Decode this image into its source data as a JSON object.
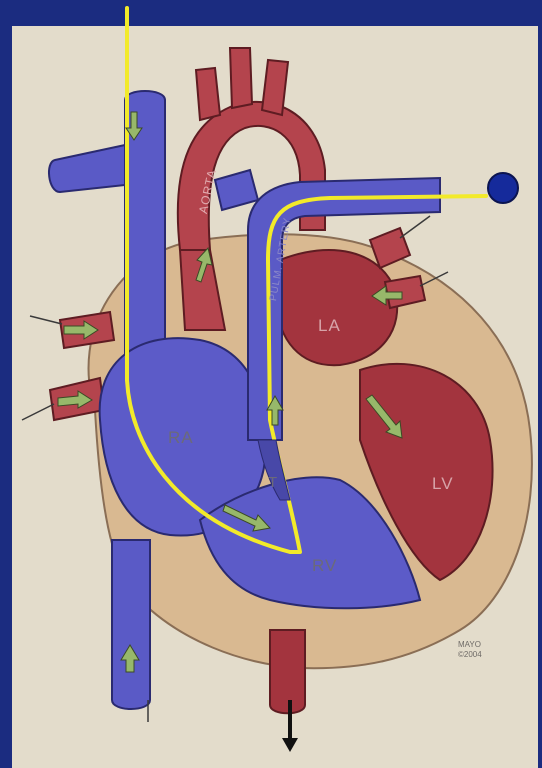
{
  "labels": {
    "aorta": "AORTA",
    "pulmonary_artery": "PULM. ARTERY",
    "la": "LA",
    "ra": "RA",
    "lv": "LV",
    "rv": "RV",
    "t": "T"
  },
  "credit": {
    "line1": "MAYO",
    "line2": "©2004"
  },
  "colors": {
    "frame": "#1b2c80",
    "panel": "#e3dccb",
    "venous_blue": "#5454c0",
    "arterial_red": "#a3343e",
    "catheter": "#f2ea2a",
    "pericardium": "#d9b991",
    "flow_arrow": "#97b86a"
  }
}
